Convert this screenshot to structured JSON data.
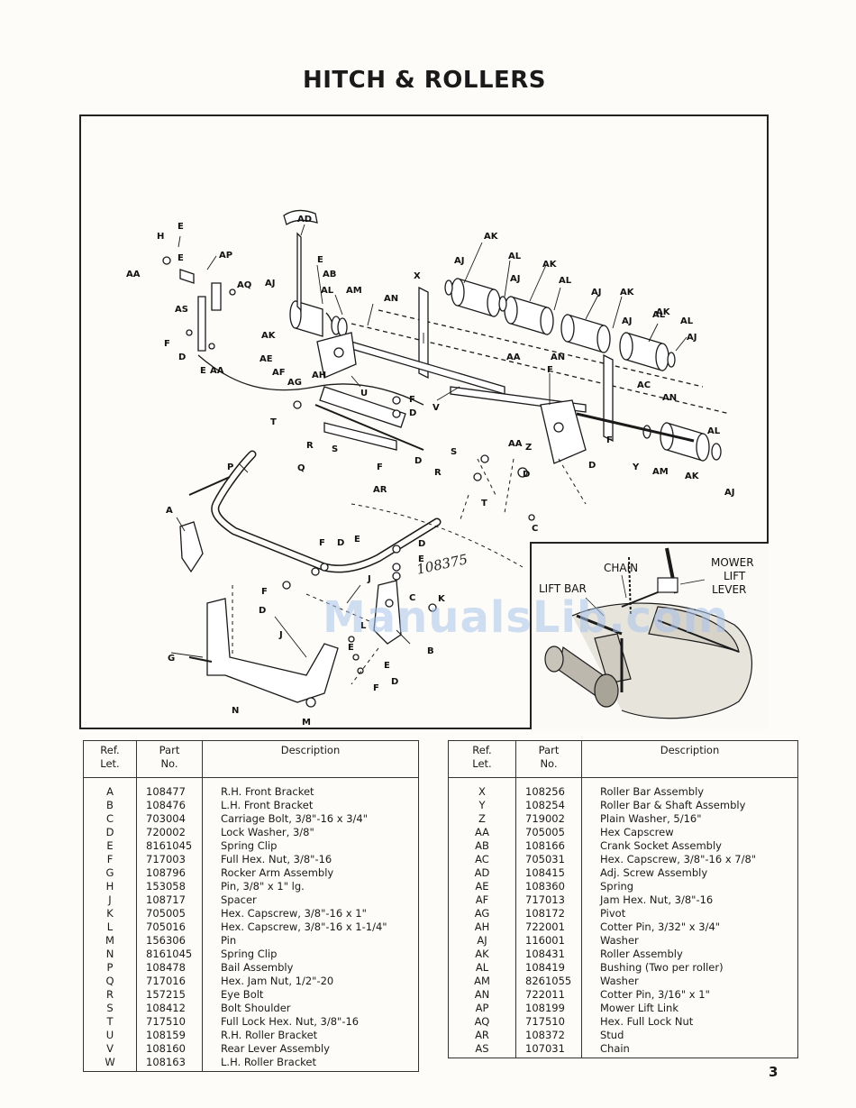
{
  "page_title": "HITCH & ROLLERS",
  "page_number": "3",
  "watermark": "ManualsLib.com",
  "handwritten_note": "108375",
  "inset": {
    "labels": {
      "chain": "CHAIN",
      "mower_lift_lever_1": "MOWER",
      "mower_lift_lever_2": "LIFT",
      "mower_lift_lever_3": "LEVER",
      "lift_bar": "LIFT BAR"
    }
  },
  "diagram_callouts": [
    "AD",
    "E",
    "H",
    "E",
    "AP",
    "AA",
    "AQ",
    "AS",
    "F",
    "D",
    "E",
    "AA",
    "AJ",
    "AK",
    "AE",
    "AF",
    "AG",
    "AH",
    "AL",
    "AM",
    "AB",
    "E",
    "AN",
    "X",
    "AJ",
    "AK",
    "AL",
    "AJ",
    "AK",
    "AL",
    "AJ",
    "AK",
    "AL",
    "AK",
    "AJ",
    "AL",
    "AJ",
    "AA",
    "AN",
    "F",
    "AC",
    "AN",
    "V",
    "U",
    "F",
    "D",
    "T",
    "R",
    "S",
    "Q",
    "F",
    "D",
    "AR",
    "S",
    "R",
    "T",
    "AA",
    "Z",
    "D",
    "D",
    "F",
    "Y",
    "AM",
    "AK",
    "AL",
    "AJ",
    "C",
    "P",
    "A",
    "F",
    "D",
    "E",
    "D",
    "E",
    "J",
    "C",
    "K",
    "F",
    "D",
    "G",
    "L",
    "E",
    "J",
    "B",
    "E",
    "D",
    "F",
    "N",
    "M"
  ],
  "table_headers": {
    "ref_let": "Ref.\nLet.",
    "part_no": "Part\nNo.",
    "description": "Description"
  },
  "parts_left": [
    {
      "let": "A",
      "no": "108477",
      "desc": "R.H. Front Bracket"
    },
    {
      "let": "B",
      "no": "108476",
      "desc": "L.H. Front Bracket"
    },
    {
      "let": "C",
      "no": "703004",
      "desc": "Carriage Bolt, 3/8\"-16 x 3/4\""
    },
    {
      "let": "D",
      "no": "720002",
      "desc": "Lock Washer, 3/8\""
    },
    {
      "let": "E",
      "no": "8161045",
      "desc": "Spring Clip"
    },
    {
      "let": "F",
      "no": "717003",
      "desc": "Full Hex. Nut, 3/8\"-16"
    },
    {
      "let": "G",
      "no": "108796",
      "desc": "Rocker Arm Assembly"
    },
    {
      "let": "H",
      "no": "153058",
      "desc": "Pin, 3/8\" x 1\" lg."
    },
    {
      "let": "J",
      "no": "108717",
      "desc": "Spacer"
    },
    {
      "let": "K",
      "no": "705005",
      "desc": "Hex. Capscrew, 3/8\"-16 x 1\""
    },
    {
      "let": "L",
      "no": "705016",
      "desc": "Hex. Capscrew, 3/8\"-16 x 1-1/4\""
    },
    {
      "let": "M",
      "no": "156306",
      "desc": "Pin"
    },
    {
      "let": "N",
      "no": "8161045",
      "desc": "Spring Clip"
    },
    {
      "let": "P",
      "no": "108478",
      "desc": "Bail Assembly"
    },
    {
      "let": "Q",
      "no": "717016",
      "desc": "Hex. Jam Nut, 1/2\"-20"
    },
    {
      "let": "R",
      "no": "157215",
      "desc": "Eye Bolt"
    },
    {
      "let": "S",
      "no": "108412",
      "desc": "Bolt Shoulder"
    },
    {
      "let": "T",
      "no": "717510",
      "desc": "Full Lock Hex. Nut, 3/8\"-16"
    },
    {
      "let": "U",
      "no": "108159",
      "desc": "R.H. Roller Bracket"
    },
    {
      "let": "V",
      "no": "108160",
      "desc": "Rear Lever Assembly"
    },
    {
      "let": "W",
      "no": "108163",
      "desc": "L.H. Roller Bracket"
    }
  ],
  "parts_right": [
    {
      "let": "X",
      "no": "108256",
      "desc": "Roller Bar Assembly"
    },
    {
      "let": "Y",
      "no": "108254",
      "desc": "Roller Bar & Shaft Assembly"
    },
    {
      "let": "Z",
      "no": "719002",
      "desc": "Plain Washer, 5/16\""
    },
    {
      "let": "AA",
      "no": "705005",
      "desc": "Hex Capscrew"
    },
    {
      "let": "AB",
      "no": "108166",
      "desc": "Crank Socket Assembly"
    },
    {
      "let": "AC",
      "no": "705031",
      "desc": "Hex. Capscrew, 3/8\"-16 x 7/8\""
    },
    {
      "let": "AD",
      "no": "108415",
      "desc": "Adj. Screw Assembly"
    },
    {
      "let": "AE",
      "no": "108360",
      "desc": "Spring"
    },
    {
      "let": "AF",
      "no": "717013",
      "desc": "Jam Hex. Nut, 3/8\"-16"
    },
    {
      "let": "AG",
      "no": "108172",
      "desc": "Pivot"
    },
    {
      "let": "AH",
      "no": "722001",
      "desc": "Cotter Pin, 3/32\" x 3/4\""
    },
    {
      "let": "AJ",
      "no": "116001",
      "desc": "Washer"
    },
    {
      "let": "AK",
      "no": "108431",
      "desc": "Roller Assembly"
    },
    {
      "let": "AL",
      "no": "108419",
      "desc": "Bushing (Two per roller)"
    },
    {
      "let": "AM",
      "no": "8261055",
      "desc": "Washer"
    },
    {
      "let": "AN",
      "no": "722011",
      "desc": "Cotter Pin, 3/16\" x 1\""
    },
    {
      "let": "AP",
      "no": "108199",
      "desc": "Mower Lift Link"
    },
    {
      "let": "AQ",
      "no": "717510",
      "desc": "Hex. Full Lock Nut"
    },
    {
      "let": "AR",
      "no": "108372",
      "desc": "Stud"
    },
    {
      "let": "AS",
      "no": "107031",
      "desc": "Chain"
    }
  ]
}
